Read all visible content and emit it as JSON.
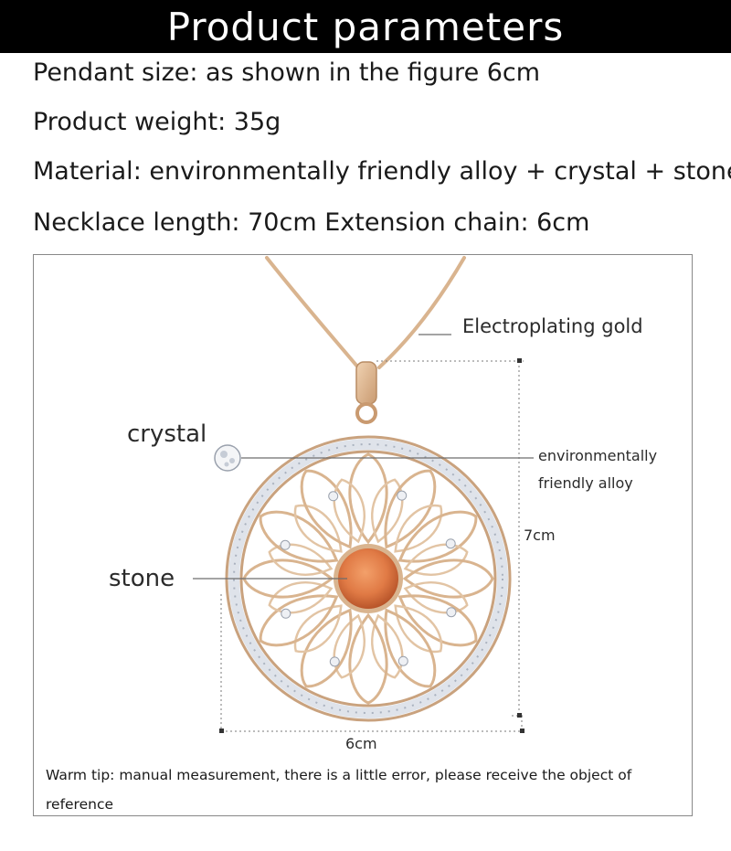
{
  "header": {
    "title": "Product parameters"
  },
  "specs": {
    "pendant_size": "Pendant size: as shown in the figure 6cm",
    "weight": "Product weight: 35g",
    "material": "Material: environmentally friendly alloy + crystal + stone",
    "length": "Necklace length: 70cm Extension chain: 6cm"
  },
  "callouts": {
    "electroplating": "Electroplating gold",
    "crystal": "crystal",
    "alloy": "environmentally friendly alloy",
    "height": "7cm",
    "stone": "stone",
    "width": "6cm"
  },
  "tip": "Warm tip: manual measurement, there is a little error, please receive the object of reference",
  "colors": {
    "header_bg": "#000000",
    "gold": "#d9b48f",
    "stone": "#e07a45",
    "crystal": "#e6e9ee"
  }
}
